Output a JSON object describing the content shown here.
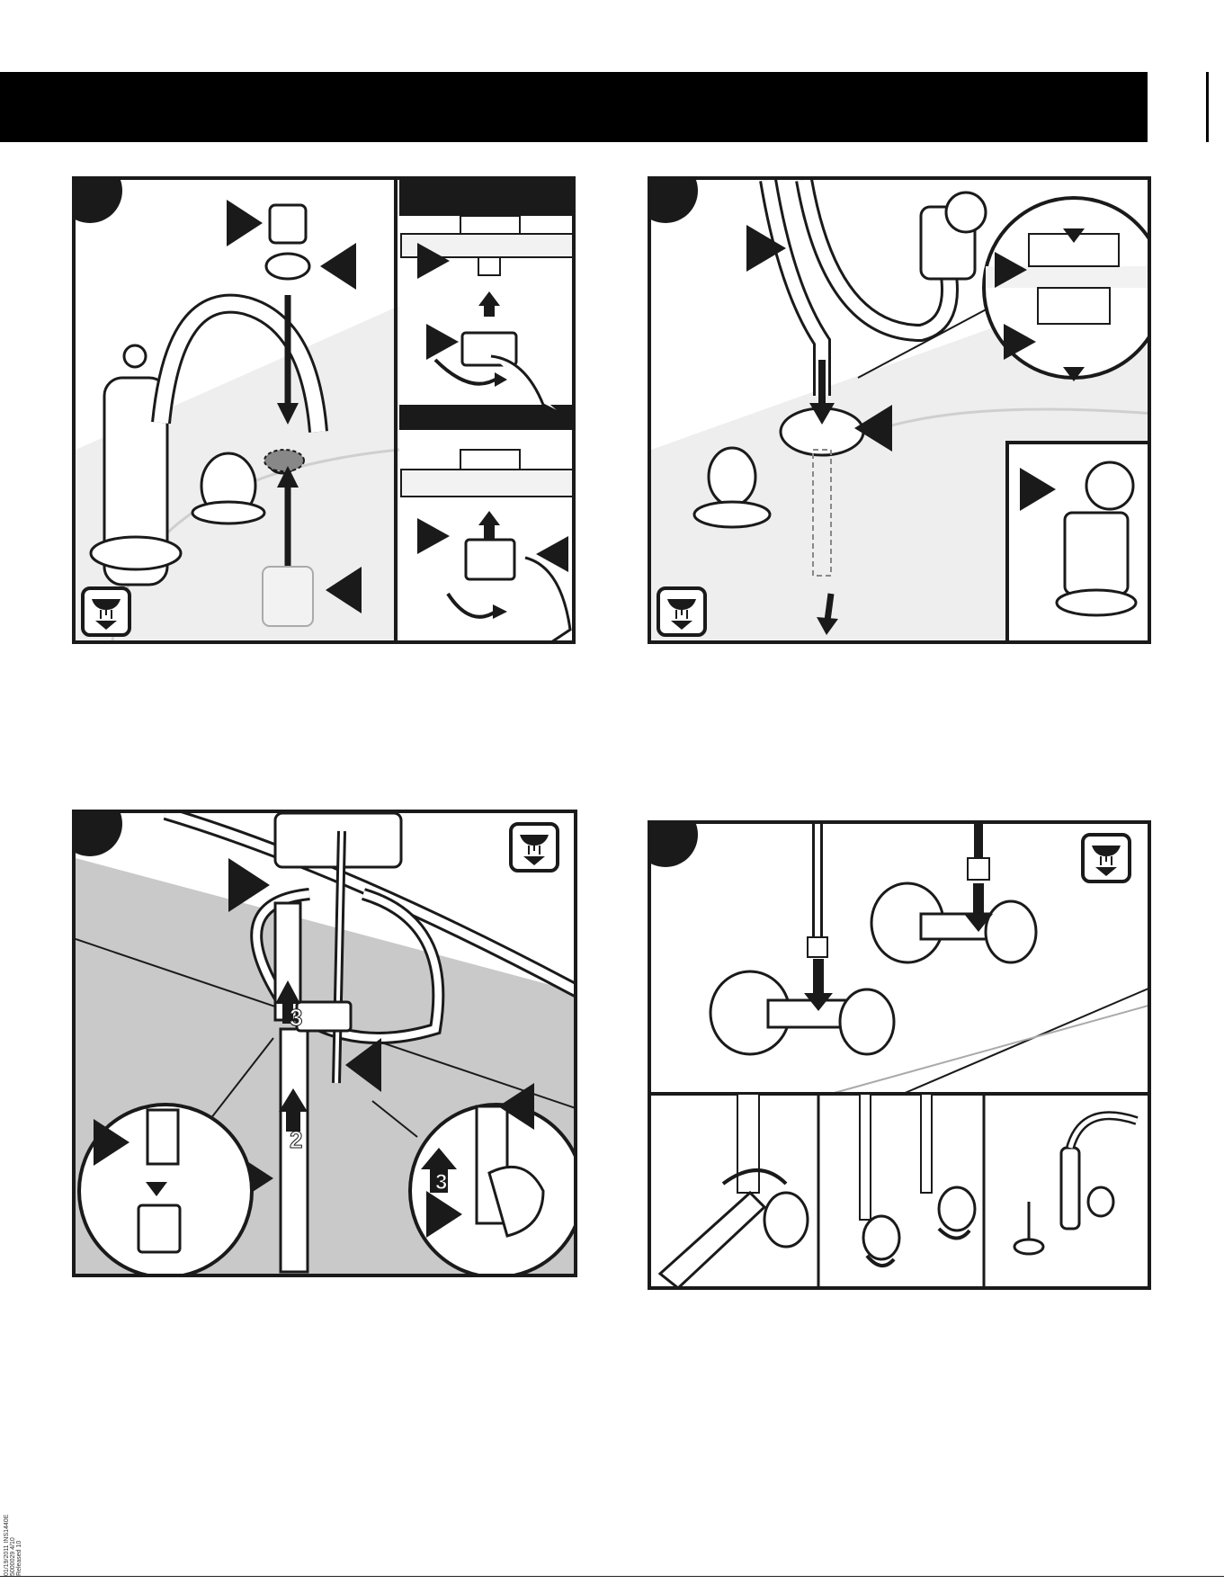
{
  "header": {
    "title": ""
  },
  "steps": [
    {
      "number": ""
    },
    {
      "number": ""
    },
    {
      "number": ""
    },
    {
      "number": ""
    }
  ],
  "step3": {
    "arrow_labels": [
      "3",
      "2",
      "3"
    ]
  },
  "footer": {
    "line1": "01/19/2011   INS1440E   5000029   4/10",
    "line2": "Released 10"
  },
  "icons": [
    "under-sink-icon",
    "pointer-arrow-icon",
    "flow-arrow-icon",
    "hand-icon",
    "wrench-icon",
    "rotation-arrow-icon"
  ],
  "colors": {
    "ink": "#1a1a1a",
    "panel_bg": "#ffffff",
    "shade": "#c9c9c9",
    "light_shade": "#e6e6e6"
  }
}
